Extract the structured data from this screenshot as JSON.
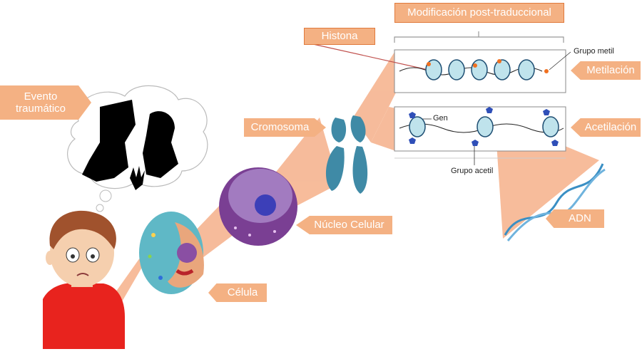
{
  "labels": {
    "evento_line1": "Evento",
    "evento_line2": "traumático",
    "cromosoma": "Cromosoma",
    "nucleo": "Núcleo Celular",
    "celula": "Célula",
    "histona": "Histona",
    "modificacion": "Modificación post-traduccional",
    "metilacion": "Metilación",
    "acetilacion": "Acetilación",
    "adn": "ADN",
    "grupo_metil": "Grupo metil",
    "grupo_acetil": "Grupo acetil",
    "gen": "Gen"
  },
  "colors": {
    "tag_fill": "#f4b183",
    "tag_border": "#e07a3c",
    "tag_text": "#ffffff",
    "beam": "#f4a57a",
    "cell_teal": "#5fb8c6",
    "nucleus_purple": "#8a4fa3",
    "chromosome_blue": "#3f8aa6",
    "dna_blue": "#3a8fc4",
    "shirt_red": "#e8231e",
    "hair_brown": "#a0522d"
  }
}
